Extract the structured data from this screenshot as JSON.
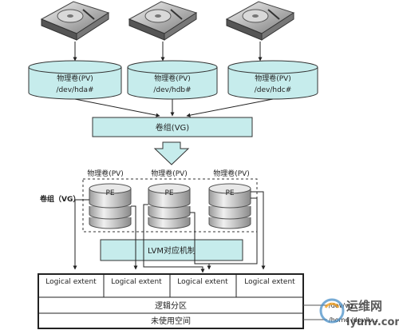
{
  "physical_volumes": [
    {
      "label": "物理卷(PV)",
      "device": "/dev/hda#"
    },
    {
      "label": "物理卷(PV)",
      "device": "/dev/hdb#"
    },
    {
      "label": "物理卷(PV)",
      "device": "/dev/hdc#"
    }
  ],
  "volume_group_box": "卷组(VG)",
  "vg_side_label": "卷组（VG）",
  "vg_pv_labels": [
    "物理卷(PV)",
    "物理卷(PV)",
    "物理卷(PV)"
  ],
  "pe_label": "PE",
  "lvm_mechanism": "LVM对应机制",
  "logical_extents": [
    "Logical extent",
    "Logical extent",
    "Logical extent",
    "Logical extent"
  ],
  "logical_partition": "逻辑分区",
  "unused_space": "未使用空间",
  "watermark": {
    "main": "运维网",
    "sub": "iyunv.com",
    "side_text_1": "/dev/vg",
    "side_text_2": "/home /dev/lv..."
  },
  "colors": {
    "cyan": "#c6ecec",
    "stroke": "#333333",
    "pe_light": "#e8e8e8",
    "pe_dark": "#9a9a9a"
  }
}
